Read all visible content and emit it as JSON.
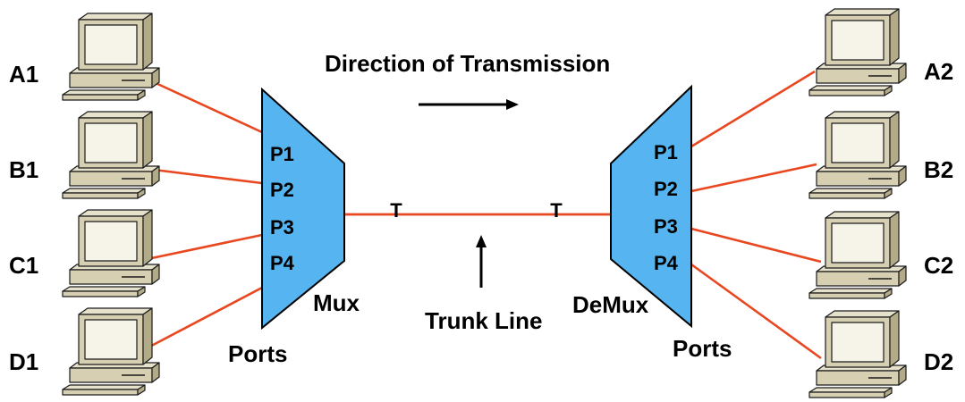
{
  "direction_label": "Direction of Transmission",
  "trunk": {
    "label": "Trunk Line",
    "markers": [
      "T",
      "T"
    ]
  },
  "mux": {
    "label": "Mux",
    "ports_label": "Ports",
    "ports": [
      "P1",
      "P2",
      "P3",
      "P4"
    ]
  },
  "demux": {
    "label": "DeMux",
    "ports_label": "Ports",
    "ports": [
      "P1",
      "P2",
      "P3",
      "P4"
    ]
  },
  "sources": [
    "A1",
    "B1",
    "C1",
    "D1"
  ],
  "destinations": [
    "A2",
    "B2",
    "C2",
    "D2"
  ],
  "icons": {
    "computer": "desktop-computer-icon",
    "direction_arrow": "arrow-right-icon",
    "trunk_pointer": "arrow-up-icon"
  },
  "colors": {
    "mux_fill": "#56B4F0",
    "link": "#E8471F",
    "computer_body": "#D6CFB2",
    "text": "#000000"
  }
}
